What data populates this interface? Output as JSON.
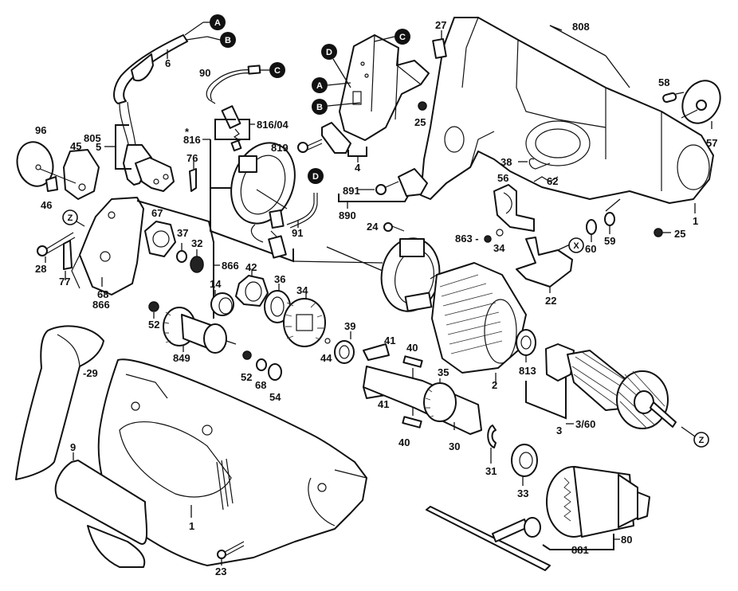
{
  "diagram": {
    "type": "exploded-parts-diagram",
    "subject": "Hammer drill",
    "part_labels": [
      {
        "id": "p6",
        "text": "6"
      },
      {
        "id": "p90",
        "text": "90"
      },
      {
        "id": "p816-04",
        "text": "816/04"
      },
      {
        "id": "p816",
        "text": "816"
      },
      {
        "id": "p816-star",
        "text": "*"
      },
      {
        "id": "p819",
        "text": "819"
      },
      {
        "id": "p4",
        "text": "4"
      },
      {
        "id": "p27",
        "text": "27"
      },
      {
        "id": "p25a",
        "text": "25"
      },
      {
        "id": "p808",
        "text": "808"
      },
      {
        "id": "p58",
        "text": "58"
      },
      {
        "id": "p57",
        "text": "57"
      },
      {
        "id": "p96",
        "text": "96"
      },
      {
        "id": "p805",
        "text": "805"
      },
      {
        "id": "p5",
        "text": "5"
      },
      {
        "id": "p45",
        "text": "45"
      },
      {
        "id": "p46",
        "text": "46"
      },
      {
        "id": "p76",
        "text": "76"
      },
      {
        "id": "p891",
        "text": "891"
      },
      {
        "id": "p890",
        "text": "890"
      },
      {
        "id": "p91",
        "text": "91"
      },
      {
        "id": "p38",
        "text": "38"
      },
      {
        "id": "p56",
        "text": "56"
      },
      {
        "id": "p62",
        "text": "62"
      },
      {
        "id": "p1a",
        "text": "1"
      },
      {
        "id": "p24",
        "text": "24"
      },
      {
        "id": "p863",
        "text": "863 -"
      },
      {
        "id": "p34a",
        "text": "34"
      },
      {
        "id": "p60",
        "text": "60"
      },
      {
        "id": "p59",
        "text": "59"
      },
      {
        "id": "p25b",
        "text": "25"
      },
      {
        "id": "p22",
        "text": "22"
      },
      {
        "id": "p67",
        "text": "67"
      },
      {
        "id": "p37",
        "text": "37"
      },
      {
        "id": "p32",
        "text": "32"
      },
      {
        "id": "p28",
        "text": "28"
      },
      {
        "id": "p77",
        "text": "77"
      },
      {
        "id": "p866a",
        "text": "866"
      },
      {
        "id": "p42",
        "text": "42"
      },
      {
        "id": "p14",
        "text": "14"
      },
      {
        "id": "p68a",
        "text": "68"
      },
      {
        "id": "p866b",
        "text": "866"
      },
      {
        "id": "p36",
        "text": "36"
      },
      {
        "id": "p34b",
        "text": "34"
      },
      {
        "id": "p52a",
        "text": "52"
      },
      {
        "id": "p849",
        "text": "849"
      },
      {
        "id": "p52b",
        "text": "52"
      },
      {
        "id": "p68b",
        "text": "68"
      },
      {
        "id": "p54",
        "text": "54"
      },
      {
        "id": "p39",
        "text": "39"
      },
      {
        "id": "p44",
        "text": "44"
      },
      {
        "id": "p41a",
        "text": "41"
      },
      {
        "id": "p40a",
        "text": "40"
      },
      {
        "id": "p41b",
        "text": "41"
      },
      {
        "id": "p40b",
        "text": "40"
      },
      {
        "id": "p35",
        "text": "35"
      },
      {
        "id": "p30",
        "text": "30"
      },
      {
        "id": "p31",
        "text": "31"
      },
      {
        "id": "p33",
        "text": "33"
      },
      {
        "id": "p2",
        "text": "2"
      },
      {
        "id": "p813",
        "text": "813"
      },
      {
        "id": "p3",
        "text": "3"
      },
      {
        "id": "p3-60",
        "text": "3/60"
      },
      {
        "id": "p29",
        "text": "-29"
      },
      {
        "id": "p9",
        "text": "9"
      },
      {
        "id": "p1b",
        "text": "1"
      },
      {
        "id": "p23",
        "text": "23"
      },
      {
        "id": "p881",
        "text": "881"
      },
      {
        "id": "p80",
        "text": "80"
      }
    ],
    "connection_refs": {
      "dark": [
        {
          "id": "A-cord",
          "text": "A"
        },
        {
          "id": "B-cord",
          "text": "B"
        },
        {
          "id": "C-wire",
          "text": "C"
        },
        {
          "id": "C-switch",
          "text": "C"
        },
        {
          "id": "D-switch",
          "text": "D"
        },
        {
          "id": "A-switch",
          "text": "A"
        },
        {
          "id": "B-switch",
          "text": "B"
        },
        {
          "id": "D-lead",
          "text": "D"
        }
      ],
      "open": [
        {
          "id": "Z-gear",
          "text": "Z"
        },
        {
          "id": "Z-armature",
          "text": "Z"
        },
        {
          "id": "X-lever",
          "text": "X"
        }
      ]
    }
  }
}
